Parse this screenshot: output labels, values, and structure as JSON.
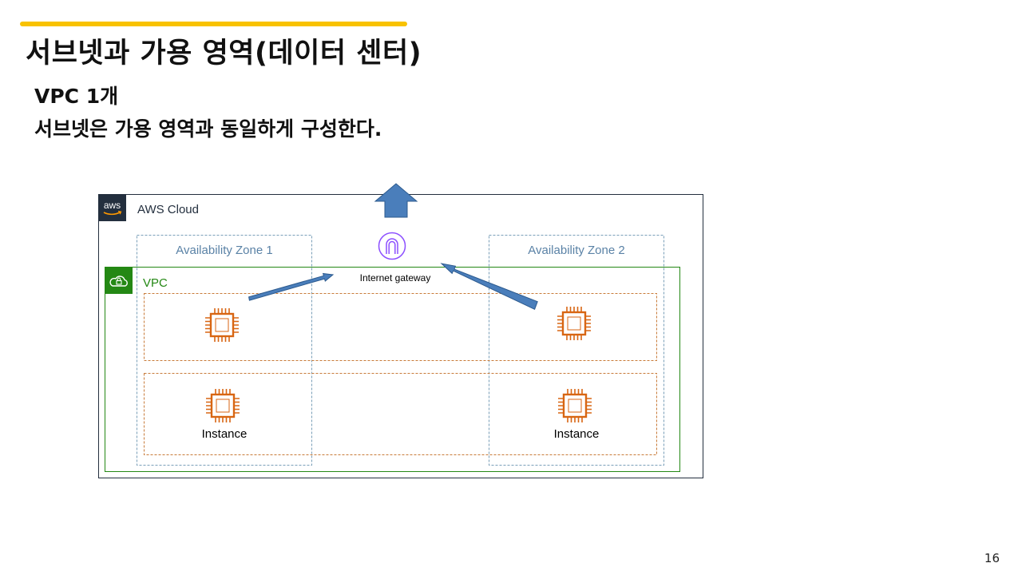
{
  "slide": {
    "title": "서브넷과 가용 영역(데이터 센터)",
    "bullets": [
      "VPC 1개",
      "서브넷은 가용 영역과 동일하게 구성한다."
    ],
    "page_number": "16"
  },
  "diagram": {
    "cloud_label": "AWS Cloud",
    "aws_logo_text": "aws",
    "vpc_label": "VPC",
    "zones": [
      {
        "label": "Availability Zone 1"
      },
      {
        "label": "Availability Zone 2"
      }
    ],
    "gateway_label": "Internet gateway",
    "instance_label": "Instance",
    "instances": [
      {
        "zone": 1,
        "subnet": 1,
        "labeled": false
      },
      {
        "zone": 2,
        "subnet": 1,
        "labeled": false
      },
      {
        "zone": 1,
        "subnet": 2,
        "labeled": true
      },
      {
        "zone": 2,
        "subnet": 2,
        "labeled": true
      }
    ],
    "icons": [
      "aws-logo-icon",
      "vpc-cloud-lock-icon",
      "internet-gateway-icon",
      "ec2-instance-icon",
      "arrow-up-icon",
      "arrow-icon"
    ]
  },
  "colors": {
    "accent": "#F8C200",
    "aws_badge": "#232F3E",
    "vpc_green": "#248814",
    "zone_border": "#7A9FB8",
    "zone_text": "#5A82A6",
    "subnet_border": "#C87B3A",
    "instance_orange": "#D86613",
    "gateway_purple": "#8C4FFF",
    "arrow_fill": "#4A7EBB",
    "arrow_stroke": "#2C5A8E"
  }
}
